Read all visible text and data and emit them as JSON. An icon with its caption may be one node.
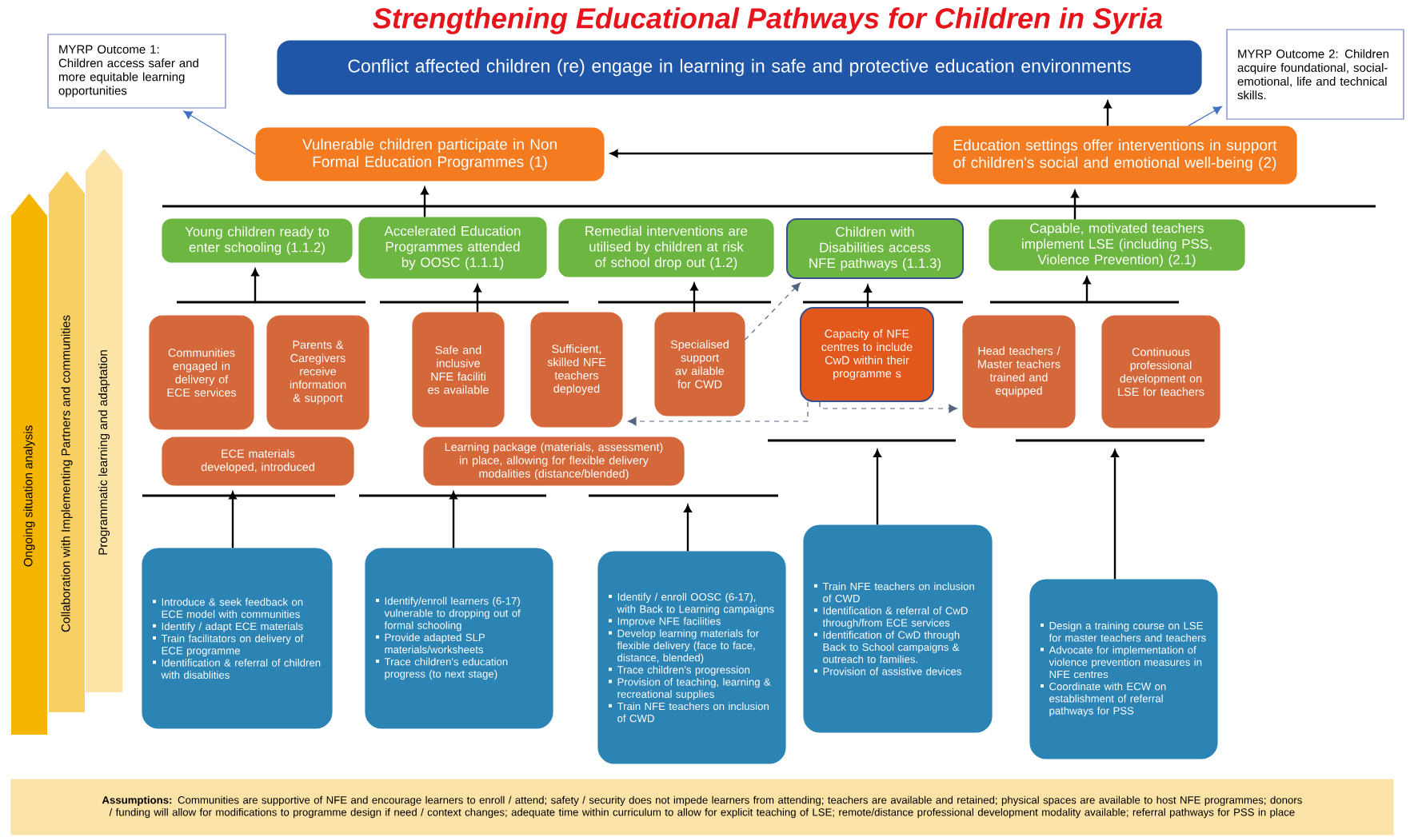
{
  "diagram": {
    "title": "Strengthening Educational Pathways for Children in Syria",
    "nodes": [
      {
        "text": [
          "MYRP Outcome 1: Children access safer and more equitable learning opportunities"
        ]
      },
      {
        "text": [
          "Conflict affected children (re) engage in learning in safe and protective education environments"
        ]
      },
      {
        "text": [
          "MYRP Outcome 2: Children acquire foundational, social-emotional, life and technical skills."
        ]
      },
      {
        "text": [
          "Vulnerable children participate in Non Formal Education Programmes (1)"
        ]
      },
      {
        "text": [
          "Education settings offer interventions in support of children's social and emotional well-being (2)"
        ]
      },
      {
        "text": [
          "Young children ready to enter schooling (1.1.2)"
        ]
      },
      {
        "text": [
          "Accelerated Education Programmes attended by OOSC (1.1.1)"
        ]
      },
      {
        "text": [
          "Remedial interventions are utilised by children at risk of school drop out (1.2)"
        ]
      },
      {
        "text": [
          "Children with Disabilities access NFE pathways (1.1.3)"
        ]
      },
      {
        "text": [
          "Capable, motivated teachers implement LSE (including PSS, Violence Prevention) (2.1)"
        ]
      },
      {
        "text": [
          "Communities engaged in delivery of ECE services"
        ]
      },
      {
        "text": [
          "Parents & Caregivers receive information & support"
        ]
      },
      {
        "text": [
          "Safe and inclusive NFE faciliti es available"
        ]
      },
      {
        "text": [
          "Sufficient, skilled NFE teachers deployed"
        ]
      },
      {
        "text": [
          "Specialised support av ailable for CWD"
        ]
      },
      {
        "text": [
          "Capacity of NFE centres to include CwD within their programme s"
        ]
      },
      {
        "text": [
          "Head teachers / Master teachers trained and equipped"
        ]
      },
      {
        "text": [
          "Continuous professional development on LSE for teachers"
        ]
      },
      {
        "text": [
          "ECE materials developed, introduced"
        ]
      },
      {
        "text": [
          "Learning package (materials, assessment) in place, allowing for flexible delivery modalities (distance/blended)"
        ]
      },
      {
        "text": [
          "Introduce & seek feedback on ECE model with communities",
          "Identify / adapt ECE materials",
          "Train facilitators on delivery of ECE programme",
          "Identification & referral of children with disablities"
        ]
      },
      {
        "text": [
          "Identify/enroll learners (6-17) vulnerable to dropping out of formal schooling",
          "Provide adapted SLP materials/worksheets",
          "Trace children's education progress (to next stage)"
        ]
      },
      {
        "text": [
          "Identify / enroll OOSC (6-17), with Back to Learning campaigns",
          "Improve NFE facilities",
          "Develop learning materials for flexible delivery (face to face, distance, blended)",
          "Trace children's progression",
          "Provision of teaching, learning & recreational supplies",
          "Train NFE teachers on inclusion of CWD"
        ]
      },
      {
        "text": [
          "Train NFE teachers on inclusion of CWD",
          "Identification & referral of CwD through/from ECE services",
          "Identification of CwD through Back to School campaigns & outreach to families.",
          "Provision of assistive devices"
        ]
      },
      {
        "text": [
          "Design a training course on LSE for master teachers and teachers",
          "Advocate for implementation of violence prevention measures in NFE centres",
          "Coordinate with ECW on establishment of referral pathways for PSS"
        ]
      },
      {
        "text": [
          "**Assumptions:** Communities are supportive of NFE and encourage learners to enroll / attend; safety / security does not impede learners from attending; teachers are available and retained; physical spaces are available to host NFE programmes; donors / funding will allow for modifications to programme design if need / context changes; adequate time within curriculum to allow for explicit teaching of LSE; remote/distance professional development modality available; referral pathways for PSS in place"
        ]
      },
      {
        "text": [
          "Ongoing situation analysis"
        ]
      },
      {
        "text": [
          "Collaboration with Implementing Partners and communities"
        ]
      },
      {
        "text": [
          "Programmatic learning and adaptation"
        ]
      }
    ],
    "edges": [
      {
        "from": 3,
        "to": 0,
        "arrow": "to",
        "color": "#4472c4"
      },
      {
        "from": 4,
        "to": 2,
        "arrow": "to",
        "color": "#4472c4"
      },
      {
        "from": 4,
        "to": 1,
        "arrow": "to"
      },
      {
        "from": 4,
        "to": 3,
        "arrow": "to"
      },
      {
        "from": 6,
        "to": 3,
        "arrow": "to"
      },
      {
        "from": 9,
        "to": 4,
        "arrow": "to"
      },
      {
        "from": null,
        "to": 5,
        "arrow": "to"
      },
      {
        "from": 12,
        "to": 6,
        "arrow": "to"
      },
      {
        "from": 14,
        "to": 7,
        "arrow": "to"
      },
      {
        "from": 15,
        "to": 8,
        "arrow": "to"
      },
      {
        "from": null,
        "to": 9,
        "arrow": "to"
      },
      {
        "from": 14,
        "to": 8,
        "arrow": "to",
        "style": "dashed",
        "color": "#55657f"
      },
      {
        "from": 15,
        "to": 13,
        "arrow": "to",
        "style": "dashed",
        "color": "#55657f"
      },
      {
        "from": 15,
        "to": 16,
        "arrow": "to",
        "style": "dashed",
        "color": "#55657f"
      },
      {
        "from": 20,
        "to": 18,
        "arrow": "to"
      },
      {
        "from": 21,
        "to": 19,
        "arrow": "to"
      },
      {
        "from": 22,
        "to": null,
        "arrow": "to"
      },
      {
        "from": 23,
        "to": null,
        "arrow": "to"
      },
      {
        "from": 24,
        "to": null,
        "arrow": "to"
      }
    ]
  }
}
